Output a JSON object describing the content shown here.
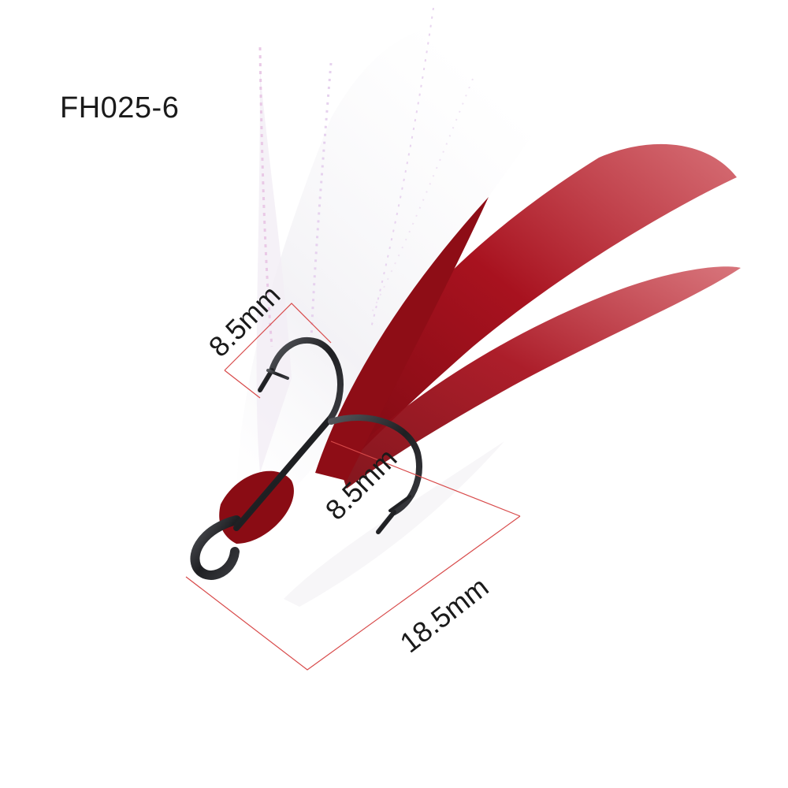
{
  "product": {
    "model_code": "FH025-6"
  },
  "dimensions": {
    "hook_gap_top": "8.5mm",
    "hook_gap_middle": "8.5mm",
    "overall_length": "18.5mm"
  },
  "colors": {
    "background": "#ffffff",
    "feather_red": "#a0101c",
    "feather_white": "#f4f3f6",
    "hook_metal": "#2b2b2e",
    "dimension_line": "#d84a4a",
    "text": "#1a1a1a"
  },
  "icons": {
    "hook": "treble-hook-icon",
    "feather": "feather-icon"
  }
}
